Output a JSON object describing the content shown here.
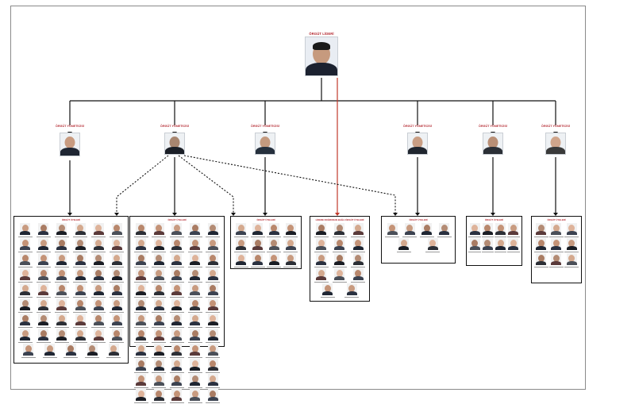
{
  "leader": {
    "role": "ÖRGÜT LİDERİ",
    "name": "",
    "colors": {
      "head": "#c69a7e",
      "suit": "#1c2230",
      "hair": "#1a1a1a"
    }
  },
  "managers": [
    {
      "role": "ÖRGÜT YÖNETİCİSİ",
      "name": "",
      "id": "m1"
    },
    {
      "role": "ÖRGÜT YÖNETİCİSİ",
      "name": "",
      "id": "m2"
    },
    {
      "role": "ÖRGÜT YÖNETİCİSİ",
      "name": "",
      "id": "m3"
    },
    {
      "role": "ÖRGÜT YÖNETİCİSİ",
      "name": "",
      "id": "m4"
    },
    {
      "role": "ÖRGÜT YÖNETİCİSİ",
      "name": "",
      "id": "m5"
    },
    {
      "role": "ÖRGÜT YÖNETİCİSİ",
      "name": "",
      "id": "m6"
    }
  ],
  "member_groups": [
    {
      "title": "ÖRGÜT ÜYELERİ",
      "member_count": 53
    },
    {
      "title": "ÖRGÜT ÜYELERİ",
      "member_count": 60
    },
    {
      "title": "ÖRGÜT ÜYELERİ",
      "member_count": 12
    },
    {
      "title": "LİDERE DOĞRUDAN BAĞLI ÖRGÜT ÜYELERİ",
      "member_count": 14
    },
    {
      "title": "ÖRGÜT ÜYELERİ",
      "member_count": 6
    },
    {
      "title": "ÖRGÜT ÜYELERİ",
      "member_count": 8
    },
    {
      "title": "ÖRGÜT ÜYELERİ",
      "member_count": 9
    }
  ],
  "colors": {
    "role_text": "#b3262e",
    "solid_line": "#111111",
    "leader_line": "#c0392b",
    "dotted_line": "#111111",
    "box_border": "#111111"
  }
}
